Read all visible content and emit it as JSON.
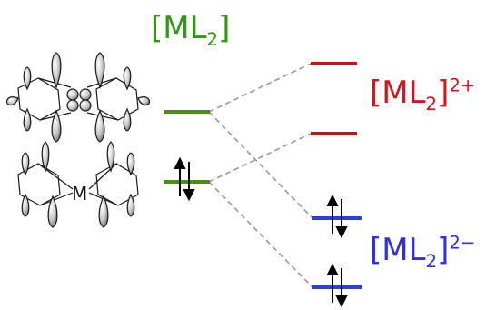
{
  "labels": {
    "neutral": {
      "bracket_open": "[",
      "base": "ML",
      "sub": "2",
      "bracket_close": "]",
      "color": "#2e9a0f"
    },
    "dication": {
      "bracket_open": "[",
      "base": "ML",
      "sub": "2",
      "bracket_close": "]",
      "charge": "2+",
      "color": "#d1161c"
    },
    "dianion": {
      "bracket_open": "[",
      "base": "ML",
      "sub": "2",
      "bracket_close": "]",
      "charge": "2−",
      "color": "#2e2fe6"
    }
  },
  "metal_label": "M",
  "levels": {
    "neutral": {
      "count": 2,
      "occupancy": [
        0,
        2
      ],
      "color": "#4a8f0f"
    },
    "dication": {
      "count": 2,
      "occupancy": [
        0,
        0
      ],
      "color": "#cc1111"
    },
    "dianion": {
      "count": 2,
      "occupancy": [
        2,
        2
      ],
      "color": "#2b3fe0"
    }
  },
  "colors": {
    "correlation_line": "#9a9a9a",
    "orbital_lobe": "#bdbdbd",
    "orbital_outline": "#1a1a1a",
    "electron": "#000000"
  }
}
